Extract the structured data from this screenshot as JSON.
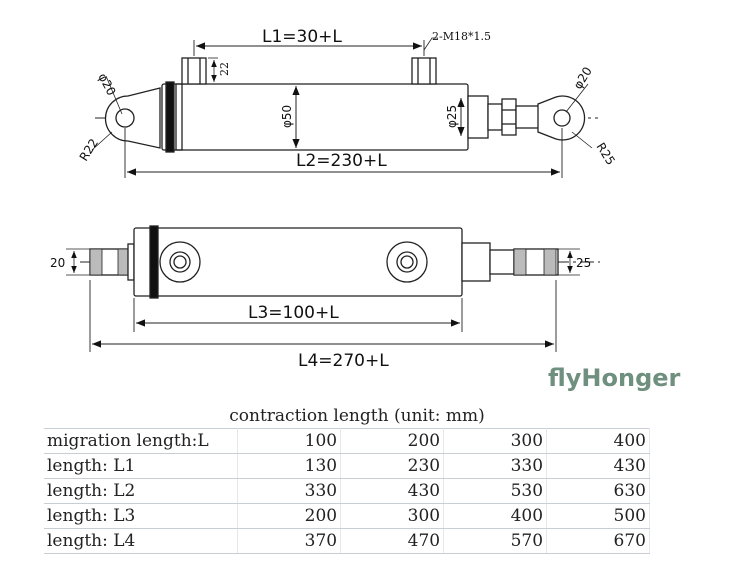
{
  "dimensions": {
    "l1": "L1=30+L",
    "l2": "L2=230+L",
    "l3": "L3=100+L",
    "l4": "L4=270+L",
    "port": "2-M18*1.5",
    "port_height": "22",
    "bore": "φ50",
    "rod": "φ25",
    "pin_left": "φ20",
    "pin_right": "φ20",
    "radius_left": "R22",
    "radius_right": "R25",
    "eye_left": "20",
    "eye_right": "25"
  },
  "brand": {
    "logo": "flyHonger"
  },
  "table": {
    "title": "contraction length  (unit: mm)",
    "rows": [
      {
        "label": "migration length:L",
        "values": [
          "100",
          "200",
          "300",
          "400"
        ]
      },
      {
        "label": "length: L1",
        "values": [
          "130",
          "230",
          "330",
          "430"
        ]
      },
      {
        "label": "length: L2",
        "values": [
          "330",
          "430",
          "530",
          "630"
        ]
      },
      {
        "label": "length: L3",
        "values": [
          "200",
          "300",
          "400",
          "500"
        ]
      },
      {
        "label": "length: L4",
        "values": [
          "370",
          "470",
          "570",
          "670"
        ]
      }
    ]
  }
}
